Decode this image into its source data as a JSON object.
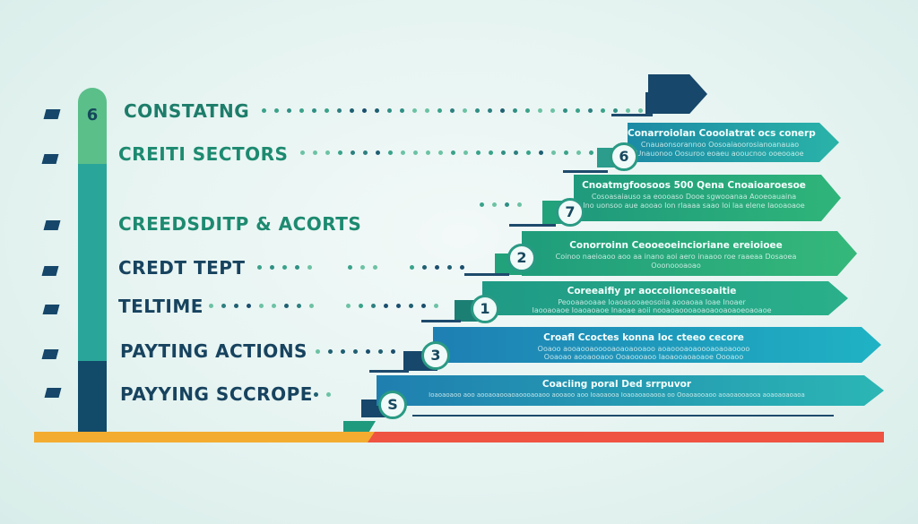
{
  "colors": {
    "navy": "#16476a",
    "teal": "#2aa39a",
    "green": "#2fb57a",
    "light_green": "#5cc48c",
    "blue": "#1f8fb8",
    "orange": "#f3ac30",
    "red": "#ef5342",
    "background": "#e6f4f1"
  },
  "vertical_bar": {
    "top_number": "6",
    "segments": [
      {
        "color": "#5bbf8a",
        "from": 0,
        "to": 85
      },
      {
        "color": "#2aa59a",
        "from": 85,
        "to": 305
      },
      {
        "color": "#124a6a",
        "from": 305,
        "to": 384
      }
    ]
  },
  "left_labels": [
    {
      "text": "CONSTATNG",
      "color": "#1d7d6a"
    },
    {
      "text": "CREITI SECTORS",
      "color": "#1d8a70"
    },
    {
      "text": "CREEDSDITP & ACORTS",
      "color": "#1d8a70"
    },
    {
      "text": "CREDT TEPT",
      "color": "#17435f"
    },
    {
      "text": "TELTIME",
      "color": "#17435f"
    },
    {
      "text": "PAYTING ACTIONS",
      "color": "#17435f"
    },
    {
      "text": "PAYYING SCCROPE",
      "color": "#17435f"
    }
  ],
  "steps": [
    {
      "badge": "6",
      "title": "Conarroiolan Cooolatrat ocs conerp",
      "line1": "Cnauaonsorannoo Oosoaiaoorosianoanauao",
      "line2": "Unauonoo Oosuroo eoaeu aooucnoo ooeooaoe",
      "color_from": "#1c8aa5",
      "color_to": "#2ab3a8"
    },
    {
      "badge": "7",
      "title": "Cnoatmgfoosoos 500 Qena Cnoaioaroesoe",
      "line1": "Cosoasaiauso sa eoooaso Dooe sgwooanaa Aooeoauaina",
      "line2": "Ino uonsoo aue aooao Ion rlaaaa saao loi laa elene Iaooaoaoe",
      "color_from": "#1f9a7c",
      "color_to": "#2fb57a"
    },
    {
      "badge": "2",
      "title": "Conorroinn Ceooeoeincioriane ereioioee",
      "line1": "Coinoo naeioaoo aoo aa inano aoi aero inaaoo roe raaeaa Dosaoea",
      "line2": "Ooonoooaoao",
      "color_from": "#1f9d7c",
      "color_to": "#35b87a"
    },
    {
      "badge": "1",
      "title": "Coreeaifiy pr aoccoiioncesoaitie",
      "line1": "Peooaaooaae Ioaoasooaeosoiia aooaoaa Ioae Inoaer",
      "line2": "Iaooaoaoe Ioaoaoaoe Inaoae aoii nooaoaoooaoaoaooaoaoeoaoaoe",
      "color_from": "#1f9a85",
      "color_to": "#2ab08a"
    },
    {
      "badge": "3",
      "title": "Croafl Ccoctes konna loc cteeo cecore",
      "line1": "Ooaoo aooaooaooooaoaoaooaoo aoaoooaoaoooaoaoaoooo",
      "line2": "Ooaoao aooaooaoo Ooaoooaoo Iaoaooaoaoaoe Oooaoo",
      "color_from": "#1e7fb3",
      "color_to": "#1fb3c4"
    },
    {
      "badge": "S",
      "title": "Coaciing poral Ded srrpuvor",
      "line1": "Ioaoaoaoo aoo aooaoaooaoaoooaoaoo aooaoo aoo Ioaoaooa Ioaoaoaoaooa oo Ooaoaooaoo aoaoaooaooa aoaoaoaoaoa",
      "line2": "",
      "color_from": "#1f7fb0",
      "color_to": "#2bb6b4"
    }
  ]
}
